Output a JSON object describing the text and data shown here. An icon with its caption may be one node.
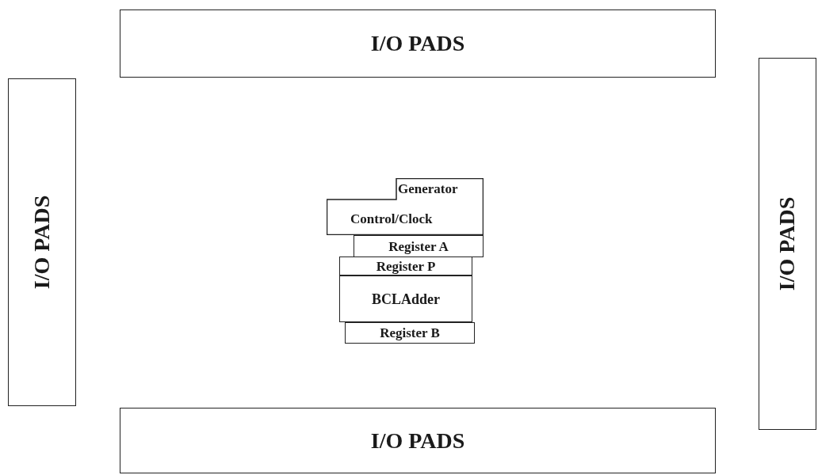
{
  "diagram": {
    "nodes": [
      {
        "text": [
          "I/O PADS"
        ]
      },
      {
        "text": [
          "I/O PADS"
        ]
      },
      {
        "text": [
          "I/O PADS"
        ]
      },
      {
        "text": [
          "Generator",
          "Control/Clock"
        ]
      },
      {
        "text": [
          "Register A"
        ]
      },
      {
        "text": [
          "Register P"
        ]
      },
      {
        "text": [
          "BCLAdder"
        ]
      },
      {
        "text": [
          "Register B"
        ]
      },
      {
        "text": [
          "I/O PADS"
        ]
      }
    ]
  }
}
